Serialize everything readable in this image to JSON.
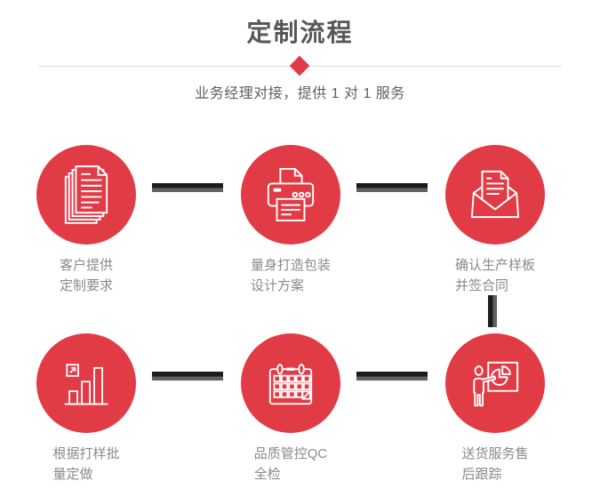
{
  "header": {
    "title": "定制流程",
    "subtitle": "业务经理对接，提供 1 对 1 服务"
  },
  "colors": {
    "accent_red": "#E13C46",
    "connector_dark": "#1C1C1C",
    "connector_gray": "#616161",
    "divider_gray": "#DCDCDC",
    "title_gray": "#57575A",
    "label_gray": "#8A8A8A",
    "icon_stroke": "#FFFFFF"
  },
  "steps": [
    {
      "icon": "documents-icon",
      "label_line1": "客户提供",
      "label_line2": "定制要求"
    },
    {
      "icon": "printer-icon",
      "label_line1": "量身打造包装",
      "label_line2": "设计方案"
    },
    {
      "icon": "envelope-icon",
      "label_line1": "确认生产样板",
      "label_line2": "并签合同"
    },
    {
      "icon": "bar-chart-icon",
      "label_line1": "根据打样批",
      "label_line2": "量定做"
    },
    {
      "icon": "calendar-icon",
      "label_line1": "品质管控QC",
      "label_line2": "全检"
    },
    {
      "icon": "presentation-icon",
      "label_line1": "送货服务售",
      "label_line2": "后跟踪"
    }
  ]
}
